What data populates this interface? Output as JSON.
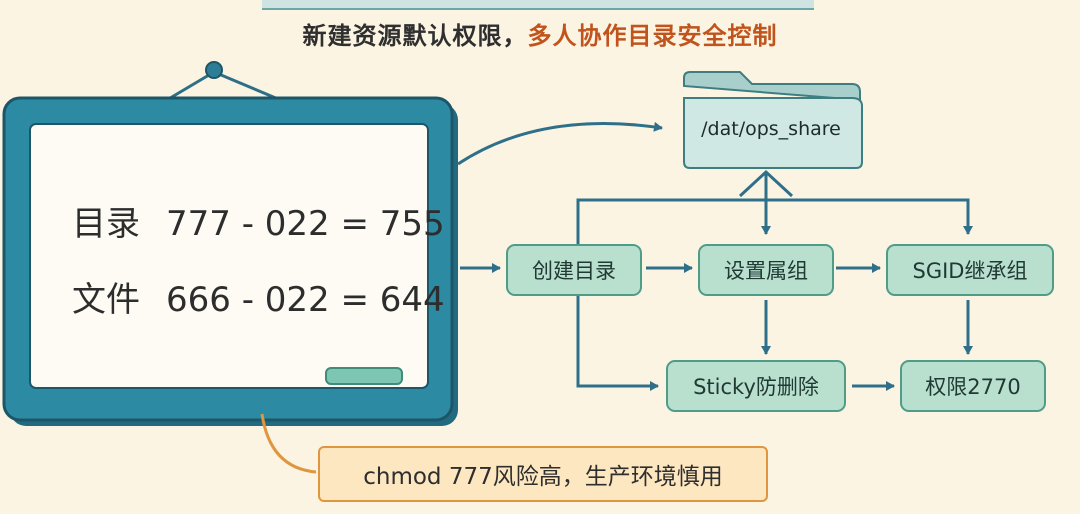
{
  "title": {
    "main": "新建资源默认权限，",
    "accent": "多人协作目录安全控制"
  },
  "board": {
    "line1": {
      "label": "目录",
      "formula": "777 - 022 = 755"
    },
    "line2": {
      "label": "文件",
      "formula": "666 - 022 = 644"
    }
  },
  "folder": {
    "path": "/dat/ops_share"
  },
  "flow": {
    "create_dir": "创建目录",
    "set_group": "设置属组",
    "sgid": "SGID继承组",
    "sticky": "Sticky防删除",
    "perm": "权限2770"
  },
  "note": "chmod 777风险高，生产环境慎用",
  "colors": {
    "board_frame": "#2c7e97",
    "node_fill": "#b9e0cf",
    "node_border": "#4f9c88",
    "accent_text": "#c0541c",
    "note_fill": "#fde7c0",
    "note_border": "#e0963f"
  }
}
